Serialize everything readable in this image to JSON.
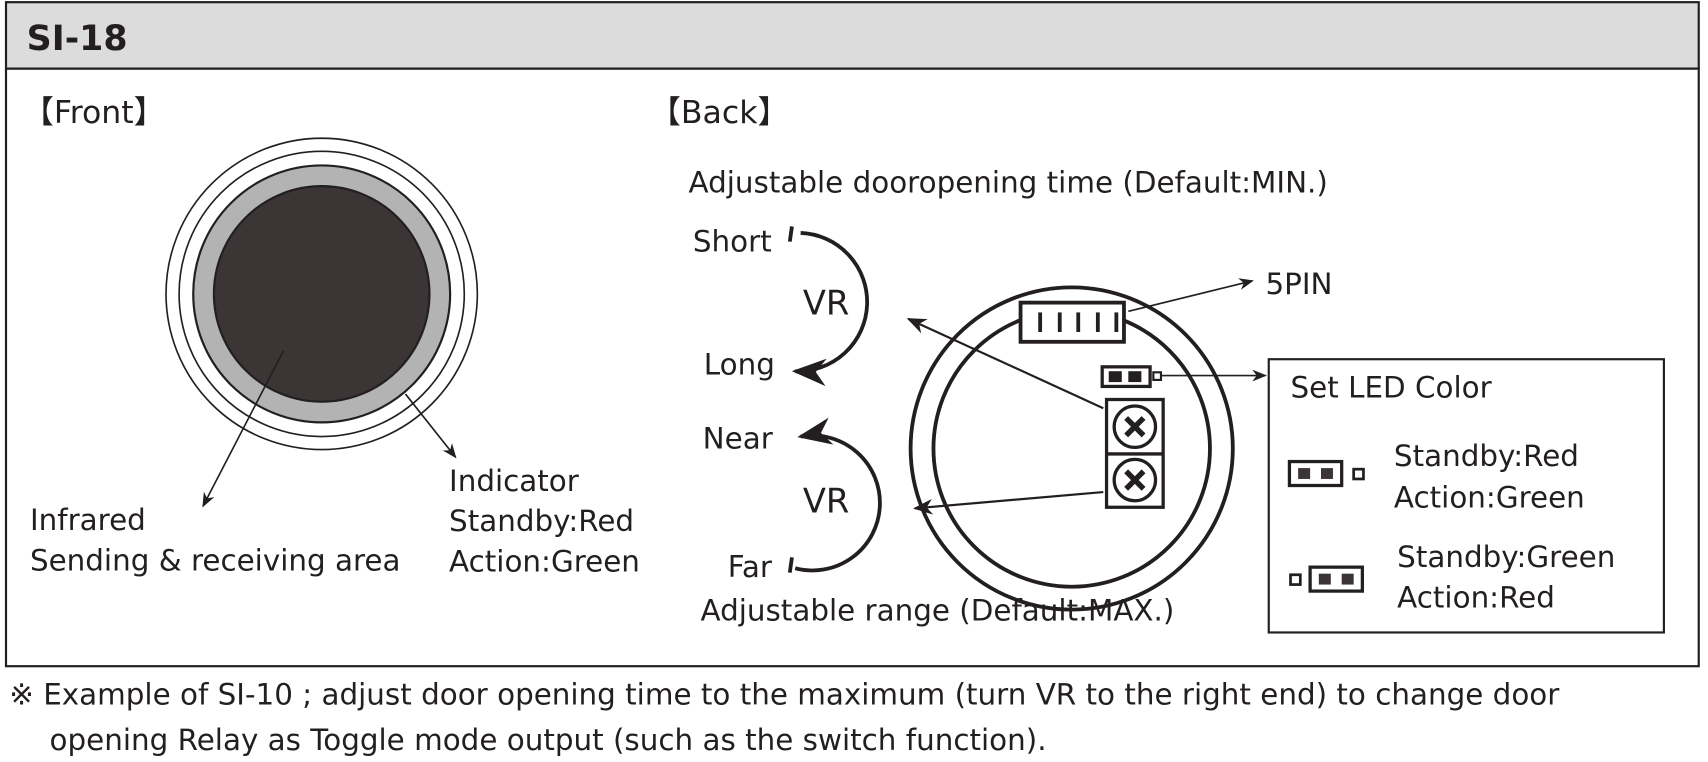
{
  "header": {
    "title": "SI-18"
  },
  "front": {
    "label": "【Front】",
    "indicator": {
      "title": "Indicator",
      "standby": "Standby:Red",
      "action": "Action:Green"
    },
    "infrared": {
      "line1": "Infrared",
      "line2": "Sending & receiving area"
    }
  },
  "back": {
    "label": "【Back】",
    "time_caption": "Adjustable dooropening time (Default:MIN.)",
    "range_caption": "Adjustable range (Default:MAX.)",
    "vr_time": {
      "label": "VR",
      "start": "Short",
      "end": "Long"
    },
    "vr_range": {
      "label": "VR",
      "start": "Near",
      "end": "Far"
    },
    "pin_label": "5PIN",
    "led_box": {
      "title": "Set LED Color",
      "option1": {
        "standby": "Standby:Red",
        "action": "Action:Green"
      },
      "option2": {
        "standby": "Standby:Green",
        "action": "Action:Red"
      }
    }
  },
  "footer": {
    "line1": "※ Example of SI-10 ; adjust door opening time to the maximum (turn VR to the right end) to change door",
    "line2": "opening Relay as Toggle mode output (such as the switch function)."
  },
  "colors": {
    "header_bg": "#dcdcdc",
    "ring": "#b3b3b3",
    "sensor": "#3b3535",
    "ink": "#231f20"
  }
}
